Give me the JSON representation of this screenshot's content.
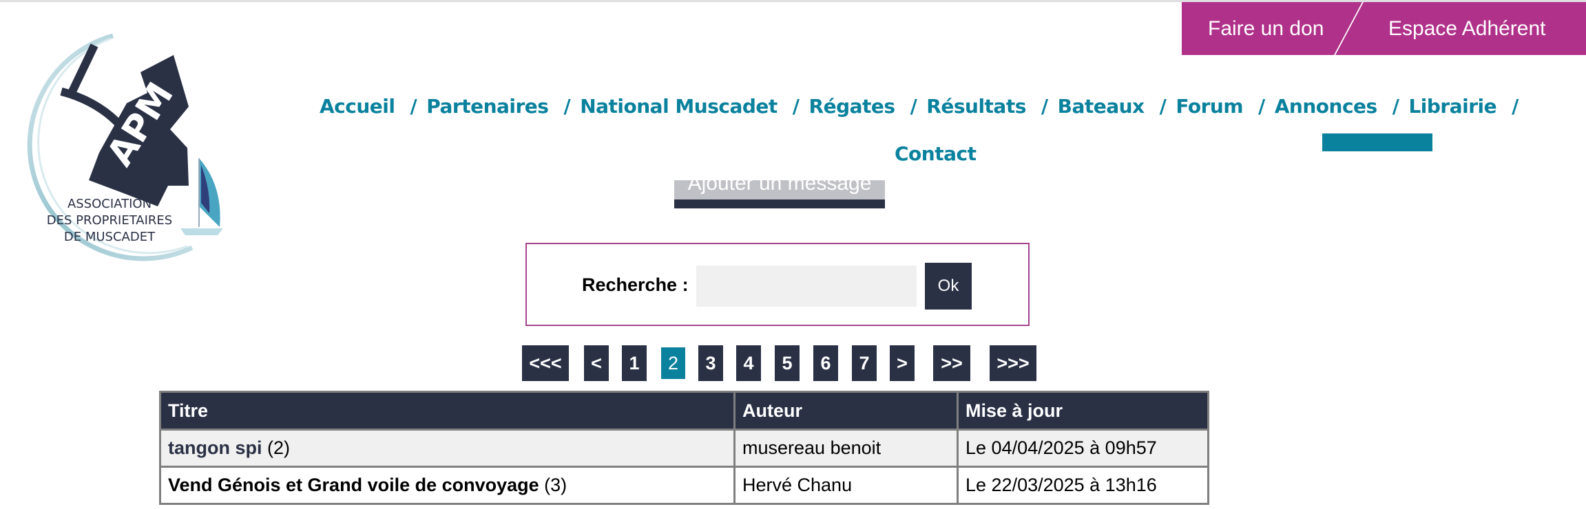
{
  "logo": {
    "initials": "APM",
    "line1": "ASSOCIATION",
    "line2": "DES PROPRIETAIRES",
    "line3": "DE MUSCADET"
  },
  "topbar": {
    "donate_label": "Faire un don",
    "member_label": "Espace Adhérent"
  },
  "nav": {
    "items": [
      {
        "label": "Accueil"
      },
      {
        "label": "Partenaires"
      },
      {
        "label": "National Muscadet"
      },
      {
        "label": "Régates"
      },
      {
        "label": "Résultats"
      },
      {
        "label": "Bateaux"
      },
      {
        "label": "Forum"
      },
      {
        "label": "Annonces",
        "active": true
      },
      {
        "label": "Librairie"
      },
      {
        "label": "Contact"
      }
    ],
    "separator": "/"
  },
  "actions": {
    "add_message_label": "Ajouter un message"
  },
  "search": {
    "label": "Recherche :",
    "value": "",
    "placeholder": "",
    "submit_label": "Ok"
  },
  "pagination": {
    "first": "<<<",
    "prev": "<",
    "pages": [
      "1",
      "2",
      "3",
      "4",
      "5",
      "6",
      "7"
    ],
    "current": "2",
    "next": ">",
    "jump": ">>",
    "last": ">>>"
  },
  "table": {
    "columns": [
      "Titre",
      "Auteur",
      "Mise à jour"
    ],
    "rows": [
      {
        "title": "tangon spi",
        "count": "(2)",
        "author": "musereau benoit",
        "updated": "Le 04/04/2025 à 09h57"
      },
      {
        "title": "Vend Génois et Grand voile de convoyage",
        "count": "(3)",
        "author": "Hervé Chanu",
        "updated": "Le 22/03/2025 à 13h16"
      }
    ]
  },
  "colors": {
    "accent_magenta": "#b0318a",
    "nav_teal": "#0a819d",
    "dark_navy": "#2a3145",
    "search_border": "#a5438e"
  }
}
